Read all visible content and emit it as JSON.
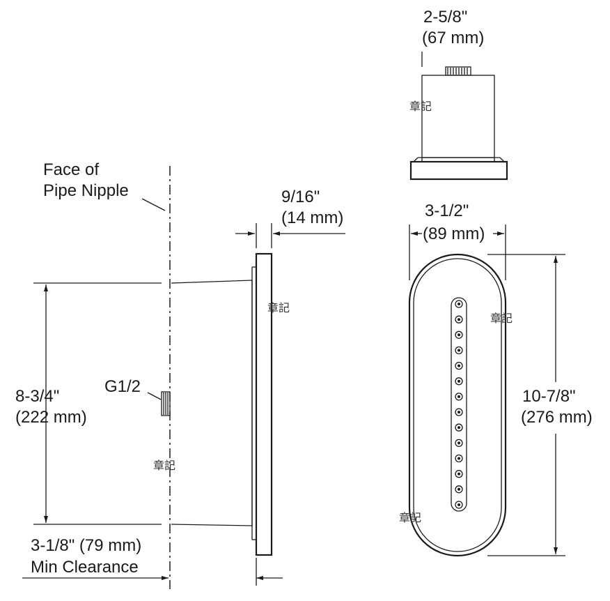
{
  "labels": {
    "face_line1": "Face of",
    "face_line2": "Pipe Nipple",
    "depth_in": "9/16\"",
    "depth_mm": "(14 mm)",
    "top_width_in": "2-5/8\"",
    "top_width_mm": "(67 mm)",
    "front_width_in": "3-1/2\"",
    "front_width_mm": "(89 mm)",
    "height_in": "8-3/4\"",
    "height_mm": "(222 mm)",
    "connection": "G1/2",
    "clearance_line1": "3-1/8\" (79 mm)",
    "clearance_line2": "Min Clearance",
    "length_in": "10-7/8\"",
    "length_mm": "(276 mm)"
  },
  "watermark": "章記",
  "nozzle_count": 14
}
